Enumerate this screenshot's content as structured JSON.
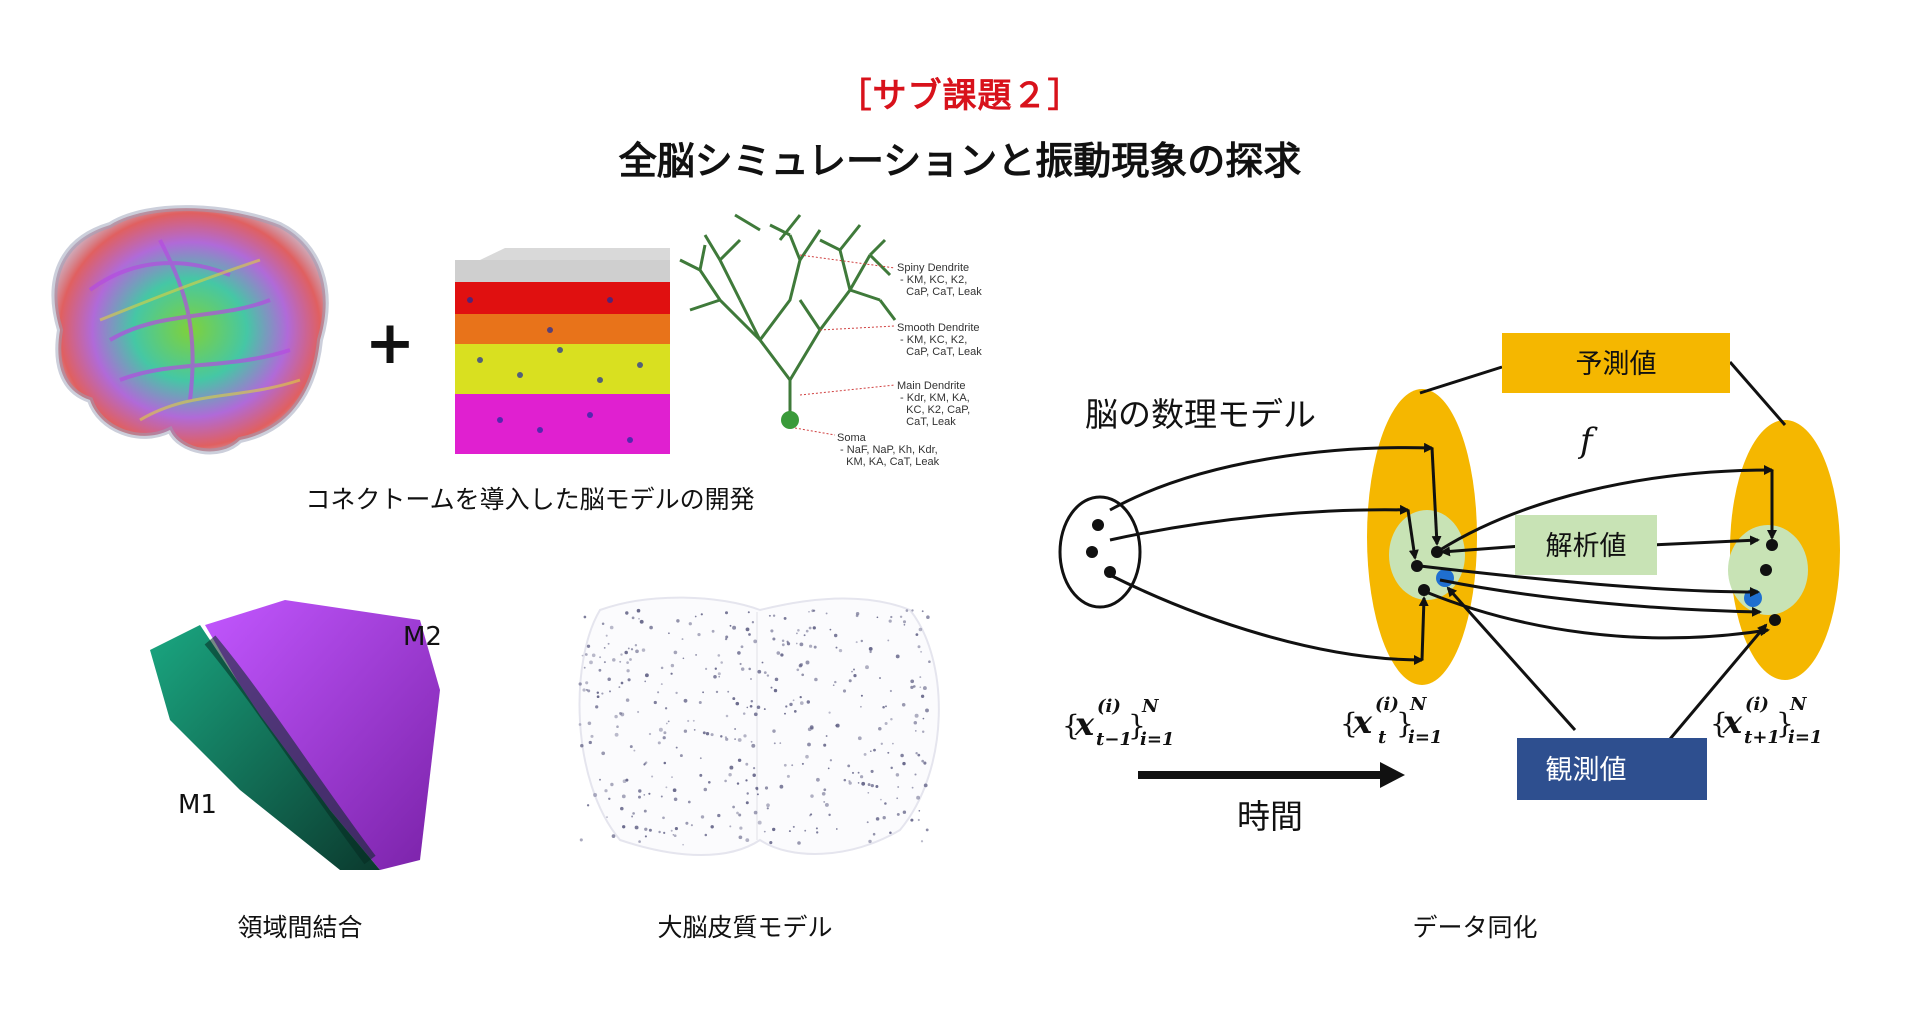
{
  "header": {
    "subtitle": "［サブ課題２］",
    "title": "全脳シミュレーションと振動現象の探求"
  },
  "left_panel": {
    "plus": "+",
    "caption_top": "コネクトームを導入した脳モデルの開発",
    "neuron_labels": {
      "spiny": "Spiny Dendrite\n - KM, KC, K2,\n   CaP, CaT, Leak",
      "smooth": "Smooth Dendrite\n - KM, KC, K2,\n   CaP, CaT, Leak",
      "main": "Main Dendrite\n - Kdr, KM, KA,\n   KC, K2, CaP,\n   CaT, Leak",
      "soma": "Soma\n - NaF, NaP, Kh, Kdr,\n   KM, KA, CaT, Leak"
    },
    "m1_label": "M1",
    "m2_label": "M2",
    "caption_region": "領域間結合",
    "caption_cortex": "大脳皮質モデル"
  },
  "right_panel": {
    "model_label": "脳の数理モデル",
    "f_label": "f",
    "prediction": "予測値",
    "analysis": "解析値",
    "observation": "観測値",
    "time_label": "時間",
    "state_prev": "{x(i)t−1}Ni=1",
    "state_curr": "{x(i)t}Ni=1",
    "state_next": "{x(i)t+1}Ni=1",
    "caption": "データ同化"
  },
  "colors": {
    "accent_red": "#d8121b",
    "orange": "#f5b700",
    "light_green": "#c8e3b5",
    "blue_box": "#2e4f8f",
    "blue_dot": "#1f6fd0"
  }
}
